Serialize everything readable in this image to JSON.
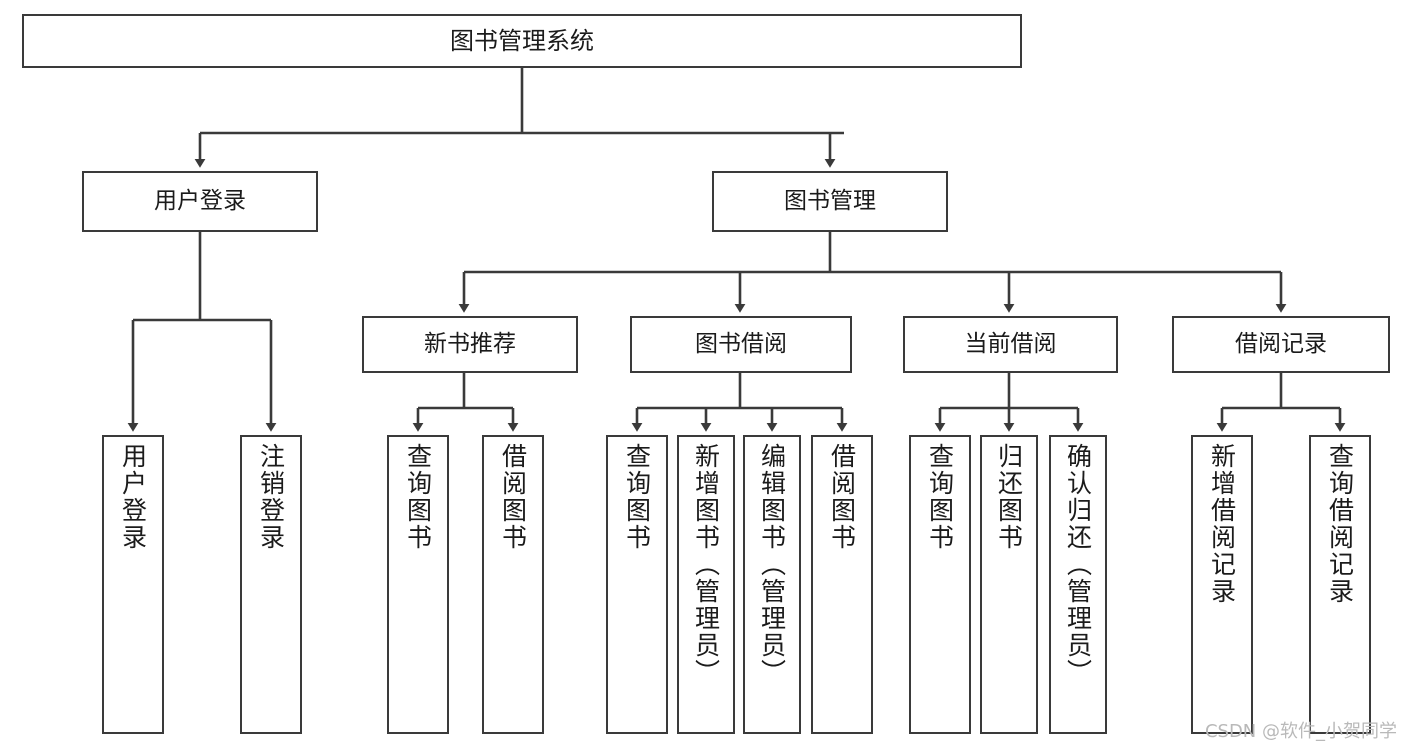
{
  "diagram": {
    "title": "图书管理系统",
    "type": "tree-hierarchy-chart",
    "watermark": "CSDN @软件_小贺同学",
    "colors": {
      "box_border": "#3a3a3a",
      "box_fill": "#ffffff",
      "edge": "#3a3a3a",
      "text": "#1b1b1b",
      "watermark": "#b9b9b9",
      "background": "#ffffff"
    },
    "nodes": {
      "root": {
        "label": "图书管理系统"
      },
      "level2": [
        {
          "id": "user-login",
          "label": "用户登录"
        },
        {
          "id": "book-manage",
          "label": "图书管理"
        }
      ],
      "level3": [
        {
          "id": "new-book-recommend",
          "label": "新书推荐"
        },
        {
          "id": "book-borrow",
          "label": "图书借阅"
        },
        {
          "id": "current-borrow",
          "label": "当前借阅"
        },
        {
          "id": "borrow-record",
          "label": "借阅记录"
        }
      ],
      "leaves": {
        "user-login": [
          {
            "id": "leaf-user-login",
            "label": "用户登录"
          },
          {
            "id": "leaf-logout-login",
            "label": "注销登录"
          }
        ],
        "new-book-recommend": [
          {
            "id": "leaf-query-book-1",
            "label": "查询图书"
          },
          {
            "id": "leaf-borrow-book-1",
            "label": "借阅图书"
          }
        ],
        "book-borrow": [
          {
            "id": "leaf-query-book-2",
            "label": "查询图书"
          },
          {
            "id": "leaf-add-book",
            "label": "新增图书（管理员）"
          },
          {
            "id": "leaf-edit-book",
            "label": "编辑图书（管理员）"
          },
          {
            "id": "leaf-borrow-book-2",
            "label": "借阅图书"
          }
        ],
        "current-borrow": [
          {
            "id": "leaf-query-book-3",
            "label": "查询图书"
          },
          {
            "id": "leaf-return-book",
            "label": "归还图书"
          },
          {
            "id": "leaf-confirm-return",
            "label": "确认归还（管理员）"
          }
        ],
        "borrow-record": [
          {
            "id": "leaf-add-record",
            "label": "新增借阅记录"
          },
          {
            "id": "leaf-query-record",
            "label": "查询借阅记录"
          }
        ]
      }
    },
    "edges": [
      {
        "from": "图书管理系统",
        "to": "用户登录"
      },
      {
        "from": "图书管理系统",
        "to": "图书管理"
      },
      {
        "from": "用户登录",
        "to": "用户登录"
      },
      {
        "from": "用户登录",
        "to": "注销登录"
      },
      {
        "from": "图书管理",
        "to": "新书推荐"
      },
      {
        "from": "图书管理",
        "to": "图书借阅"
      },
      {
        "from": "图书管理",
        "to": "当前借阅"
      },
      {
        "from": "图书管理",
        "to": "借阅记录"
      },
      {
        "from": "新书推荐",
        "to": "查询图书"
      },
      {
        "from": "新书推荐",
        "to": "借阅图书"
      },
      {
        "from": "图书借阅",
        "to": "查询图书"
      },
      {
        "from": "图书借阅",
        "to": "新增图书（管理员）"
      },
      {
        "from": "图书借阅",
        "to": "编辑图书（管理员）"
      },
      {
        "from": "图书借阅",
        "to": "借阅图书"
      },
      {
        "from": "当前借阅",
        "to": "查询图书"
      },
      {
        "from": "当前借阅",
        "to": "归还图书"
      },
      {
        "from": "当前借阅",
        "to": "确认归还（管理员）"
      },
      {
        "from": "借阅记录",
        "to": "新增借阅记录"
      },
      {
        "from": "借阅记录",
        "to": "查询借阅记录"
      }
    ]
  }
}
